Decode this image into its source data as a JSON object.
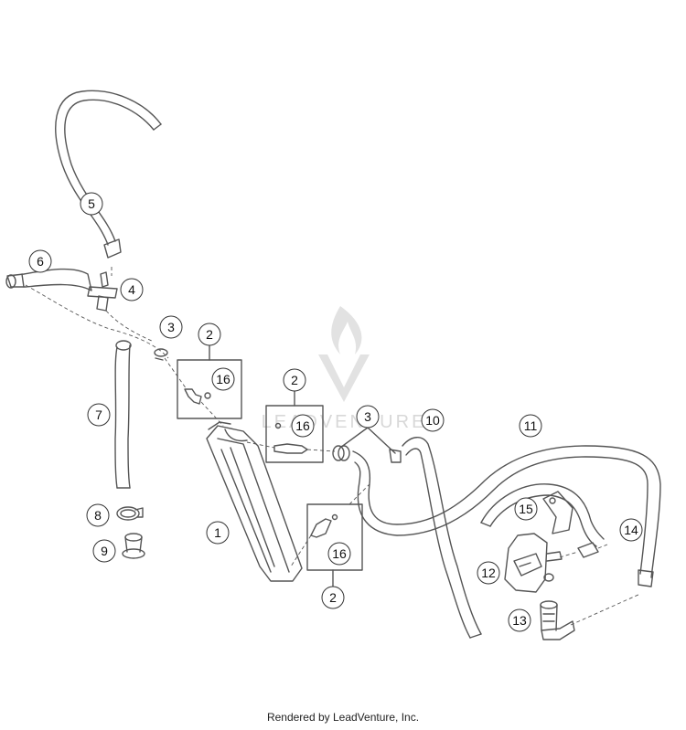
{
  "callouts": {
    "c1": "1",
    "c2a": "2",
    "c2b": "2",
    "c2c": "2",
    "c3a": "3",
    "c3b": "3",
    "c4": "4",
    "c5": "5",
    "c6": "6",
    "c7": "7",
    "c8": "8",
    "c9": "9",
    "c10": "10",
    "c11": "11",
    "c12": "12",
    "c13": "13",
    "c14": "14",
    "c15": "15",
    "c16a": "16",
    "c16b": "16",
    "c16c": "16"
  },
  "watermark": {
    "text": "LEADVENTURE",
    "logo_icon": "leadventure-flame-logo"
  },
  "footer": {
    "text": "Rendered by LeadVenture, Inc."
  },
  "colors": {
    "line": "#555555",
    "watermark": "#d8d8d8"
  }
}
